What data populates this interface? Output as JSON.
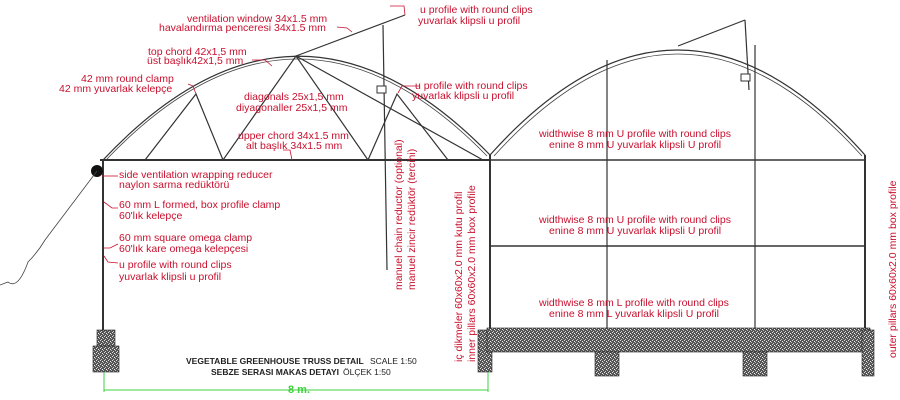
{
  "title": {
    "en": "VEGETABLE GREENHOUSE TRUSS DETAIL",
    "en_scale": "SCALE 1:50",
    "tr": "SEBZE SERASI MAKAS DETAYI",
    "tr_scale": "ÖLÇEK 1:50"
  },
  "dimension": "8 m.",
  "labels": {
    "vent_window_en": "ventilation window 34x1.5 mm",
    "vent_window_tr": "havalandırma penceresi 34x1.5 mm",
    "u_profile_top_en": "u profile with round clips",
    "u_profile_top_tr": "yuvarlak klipsli u profil",
    "top_chord_en": "top chord 42x1,5 mm",
    "top_chord_tr": "üst başlık42x1,5 mm",
    "round_clamp_en": "42 mm round clamp",
    "round_clamp_tr": "42 mm yuvarlak kelepçe",
    "u_profile_mid_en": "u profile with round clips",
    "u_profile_mid_tr": "yuvarlak klipsli u profil",
    "diagonals_en": "diagonals 25x1,5 mm",
    "diagonals_tr": "diyagonaller 25x1,5 mm",
    "upper_chord_en": "upper chord 34x1.5 mm",
    "upper_chord_tr": "alt başlık 34x1.5 mm",
    "side_vent_en": "side ventilation wrapping reducer",
    "side_vent_tr": "naylon sarma redüktörü",
    "l_clamp_en": "60 mm L formed, box profile clamp",
    "l_clamp_tr": "60'lık kelepçe",
    "omega_en": "60 mm square omega clamp",
    "omega_tr": "60'lık kare omega kelepçesi",
    "u_profile_low_en": "u profile with round clips",
    "u_profile_low_tr": "yuvarlak klipsli u profil",
    "chain_en": "manuel chain reductor (optional)",
    "chain_tr": "manuel zincir redüktör (tercihi)",
    "inner_pillar_tr": "iç dikmeler 60x60x2.0 mm kutu profil",
    "inner_pillar_en": "inner pillars 60x60x2.0 mm box profile",
    "width1_en": "widthwise 8 mm U profile with round clips",
    "width1_tr": "enine 8 mm U yuvarlak klipsli U profil",
    "width2_en": "widthwise 8 mm U profile with round clips",
    "width2_tr": "enine 8 mm U yuvarlak klipsli U profil",
    "width3_en": "widthwise 8 mm L profile with round clips",
    "width3_tr": "enine 8 mm L yuvarlak klipsli U profil",
    "outer_pillar_en": "outer pillars 60x60x2.0 mm box profile"
  },
  "colors": {
    "label": "#c8102e",
    "dimension": "#3fd13f",
    "structure": "#333333"
  }
}
